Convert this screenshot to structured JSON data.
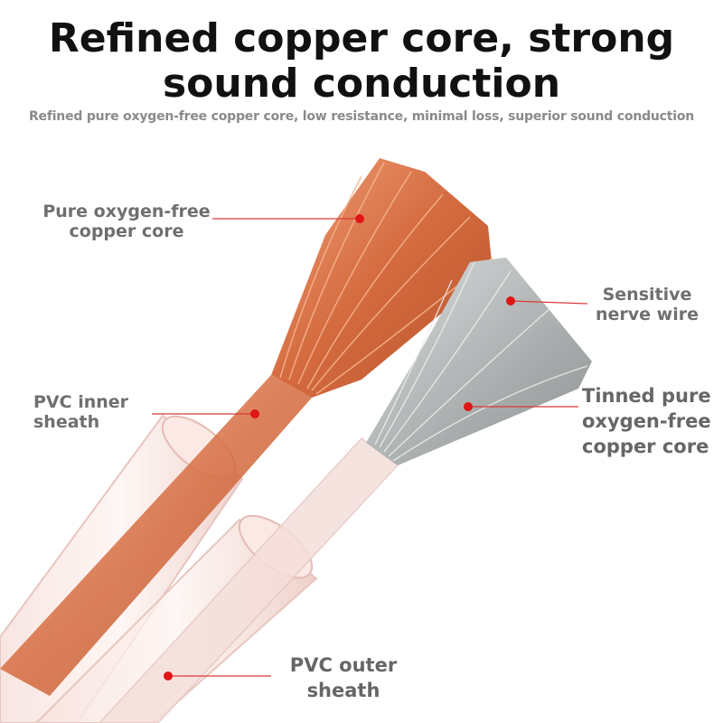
{
  "header": {
    "title_line1": "Refined copper core, strong",
    "title_line2": "sound conduction",
    "subtitle": "Refined pure oxygen-free copper core, low resistance, minimal loss, superior sound conduction"
  },
  "callouts": {
    "copper_core": {
      "line1": "Pure oxygen-free",
      "line2": "copper core"
    },
    "nerve_wire": {
      "line1": "Sensitive",
      "line2": "nerve wire"
    },
    "inner_sheath": {
      "line1": "PVC inner",
      "line2": "sheath"
    },
    "tinned_core": {
      "line1": "Tinned pure",
      "line2": "oxygen-free",
      "line3": "copper core"
    },
    "outer_sheath": {
      "line1": "PVC outer",
      "line2": "sheath"
    }
  },
  "colors": {
    "title": "#111111",
    "subtitle": "#8a8a8a",
    "label": "#6f6f6f",
    "leader_line": "#d93b3b",
    "marker_dot": "#e01515",
    "copper": "#d9764a",
    "tinned": "#b9bcbc",
    "sheath": "#f3d8d3"
  }
}
